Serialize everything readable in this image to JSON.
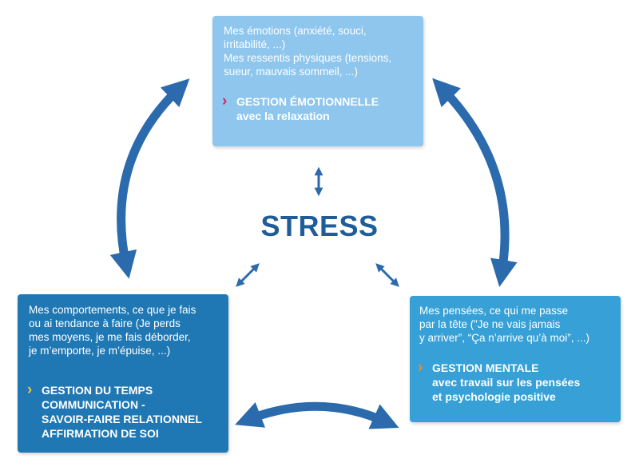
{
  "center": {
    "title": "STRESS"
  },
  "boxes": {
    "top": {
      "lines": [
        "Mes émotions (anxiété, souci,",
        "irritabilité, ...)",
        "Mes ressentis physiques (tensions,",
        "sueur, mauvais sommeil, ...)"
      ],
      "gestion": [
        "GESTION ÉMOTIONNELLE",
        "avec la relaxation"
      ]
    },
    "left": {
      "lines": [
        "Mes comportements, ce que je fais",
        "ou ai tendance à faire (Je perds",
        "mes moyens, je me fais déborder,",
        "je m’emporte, je m’épuise, ...)"
      ],
      "gestion": [
        "GESTION DU TEMPS",
        "COMMUNICATION -",
        "SAVOIR-FAIRE RELATIONNEL",
        "AFFIRMATION DE SOI"
      ]
    },
    "right": {
      "lines": [
        "Mes pensées, ce qui me passe",
        "par la tête (”Je ne vais jamais",
        "y arriver”, “Ça n’arrive qu’à moi”, ...)"
      ],
      "gestion": [
        "GESTION MENTALE",
        "avec travail sur les pensées",
        "et psychologie positive"
      ]
    }
  },
  "chevrons": {
    "top": "›",
    "left": "›",
    "right": "›"
  },
  "colors": {
    "arrow": "#2a6aad",
    "chevron_top": "#e0245e",
    "chevron_left": "#f2c230",
    "chevron_right": "#ee8a3a",
    "box_top": "#8ec6ee",
    "box_left": "#1f78b4",
    "box_right": "#37a0d6",
    "title": "#1f5d99"
  }
}
